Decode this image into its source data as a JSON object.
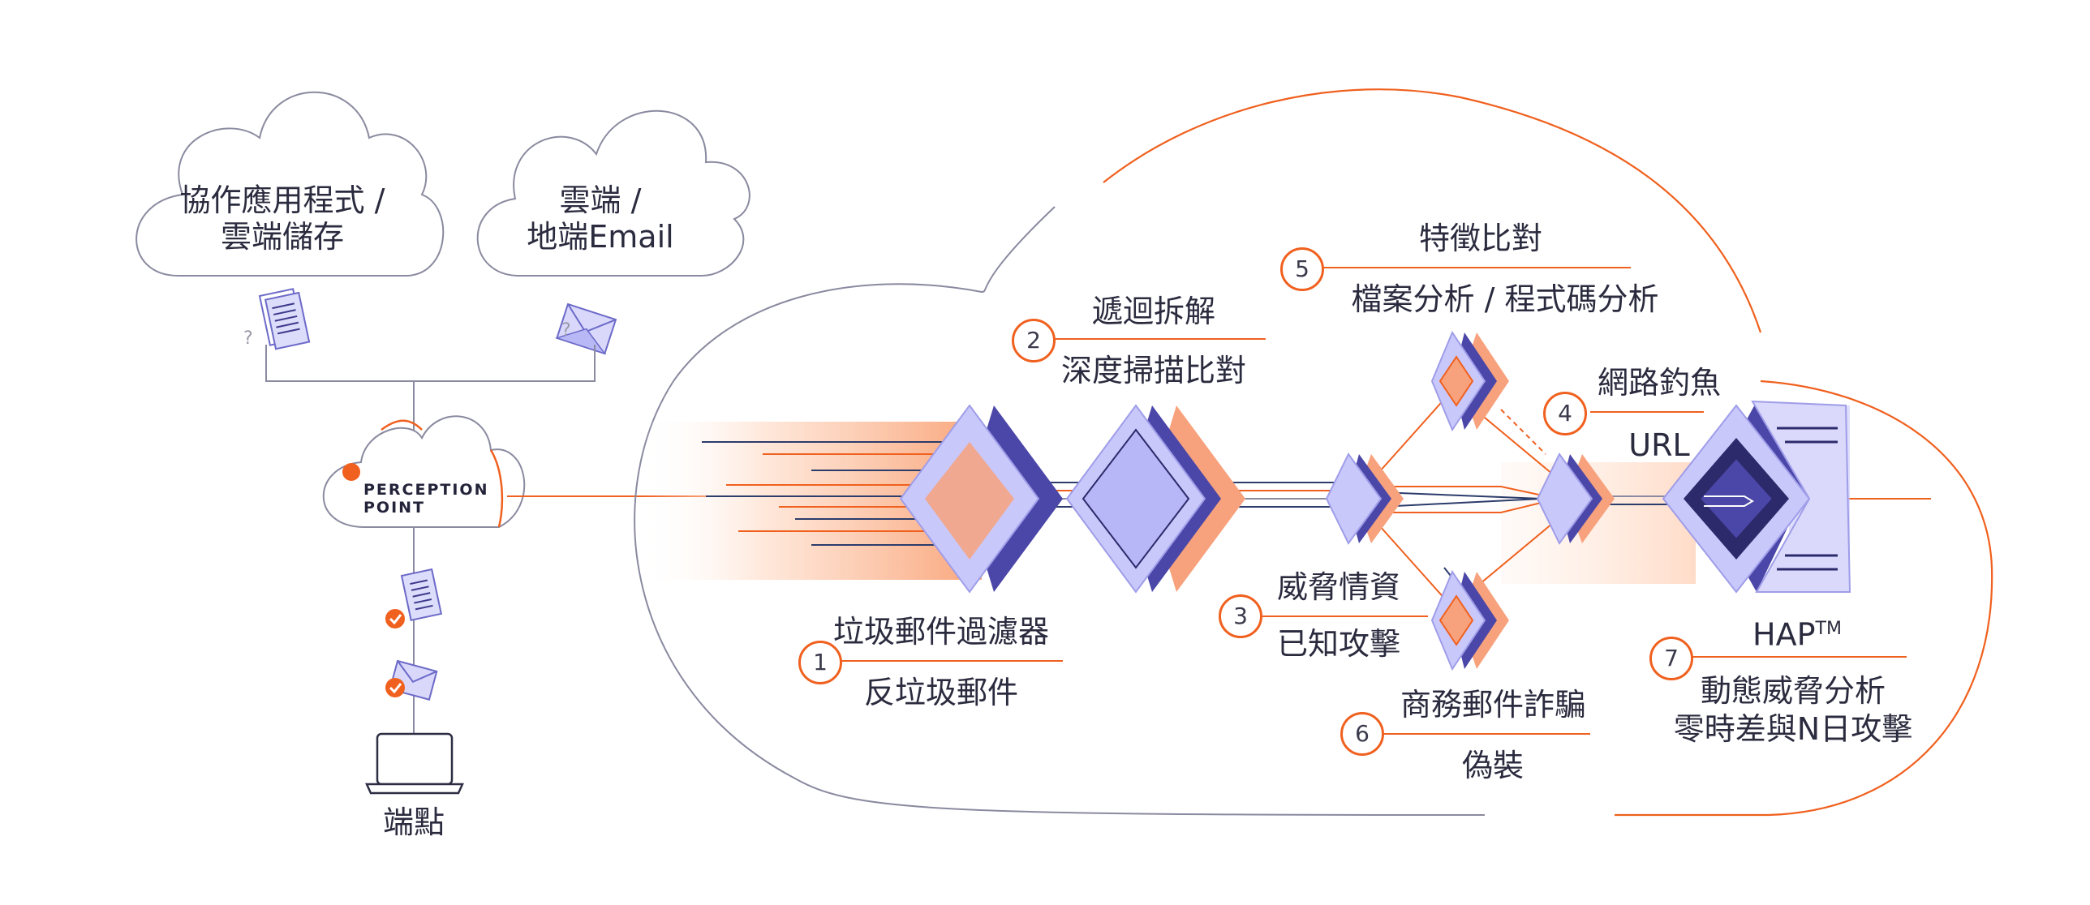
{
  "sources": {
    "collab_line1": "協作應用程式 /",
    "collab_line2": "雲端儲存",
    "email_line1": "雲端 /",
    "email_line2": "地端Email"
  },
  "hub": {
    "brand_line1": "PERCEPTION",
    "brand_line2": "POINT"
  },
  "endpoint": {
    "label": "端點"
  },
  "layers": [
    {
      "number": "1",
      "line1": "垃圾郵件過濾器",
      "line2": "反垃圾郵件"
    },
    {
      "number": "2",
      "line1": "遞迴拆解",
      "line2": "深度掃描比對"
    },
    {
      "number": "3",
      "line1": "威脅情資",
      "line2": "已知攻擊"
    },
    {
      "number": "4",
      "line1": "網路釣魚",
      "line2": "URL"
    },
    {
      "number": "5",
      "line1": "特徵比對",
      "line2": "檔案分析 / 程式碼分析"
    },
    {
      "number": "6",
      "line1": "商務郵件詐騙",
      "line2": "偽裝"
    },
    {
      "number": "7",
      "line1_main": "HAP",
      "line1_sup": "TM",
      "line2": "動態威脅分析",
      "line3": "零時差與N日攻擊"
    }
  ],
  "markers": {
    "question": "?"
  },
  "colors": {
    "accent_orange": "#f0601e",
    "lavender": "#b9b8f7",
    "indigo": "#4b47a8",
    "deep_navy": "#2c2a6b",
    "gray_line": "#8e8ea0"
  }
}
